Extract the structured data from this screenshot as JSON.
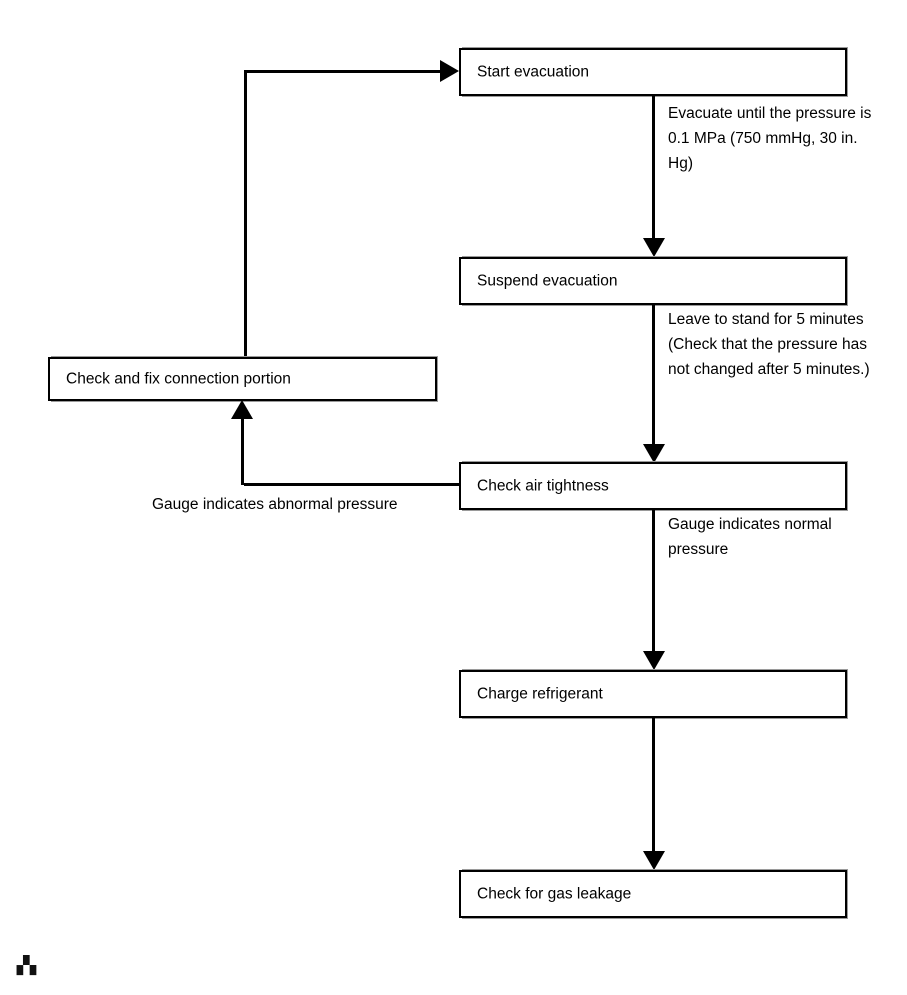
{
  "diagram": {
    "type": "flowchart",
    "orientation": "vertical-with-feedback-loop",
    "nodes": [
      {
        "id": "start-evacuation",
        "label": "Start evacuation"
      },
      {
        "id": "suspend-evacuation",
        "label": "Suspend evacuation"
      },
      {
        "id": "check-fix-connection",
        "label": "Check and fix connection portion"
      },
      {
        "id": "check-air-tightness",
        "label": "Check air tightness"
      },
      {
        "id": "charge-refrigerant",
        "label": "Charge refrigerant"
      },
      {
        "id": "check-gas-leakage",
        "label": "Check for gas leakage"
      }
    ],
    "edge_annotations": [
      {
        "id": "evacuate-until",
        "text": "Evacuate until the pressure is\n0.1 MPa (750 mmHg, 30 in.\nHg)"
      },
      {
        "id": "leave-to-stand",
        "text": "Leave to stand for 5 minutes\n(Check that the pressure has\nnot changed after 5 minutes.)"
      },
      {
        "id": "abnormal-pressure",
        "text": "Gauge indicates abnormal pressure"
      },
      {
        "id": "normal-pressure",
        "text": "Gauge indicates normal\npressure"
      }
    ],
    "footer_glyph": "▗▚"
  }
}
